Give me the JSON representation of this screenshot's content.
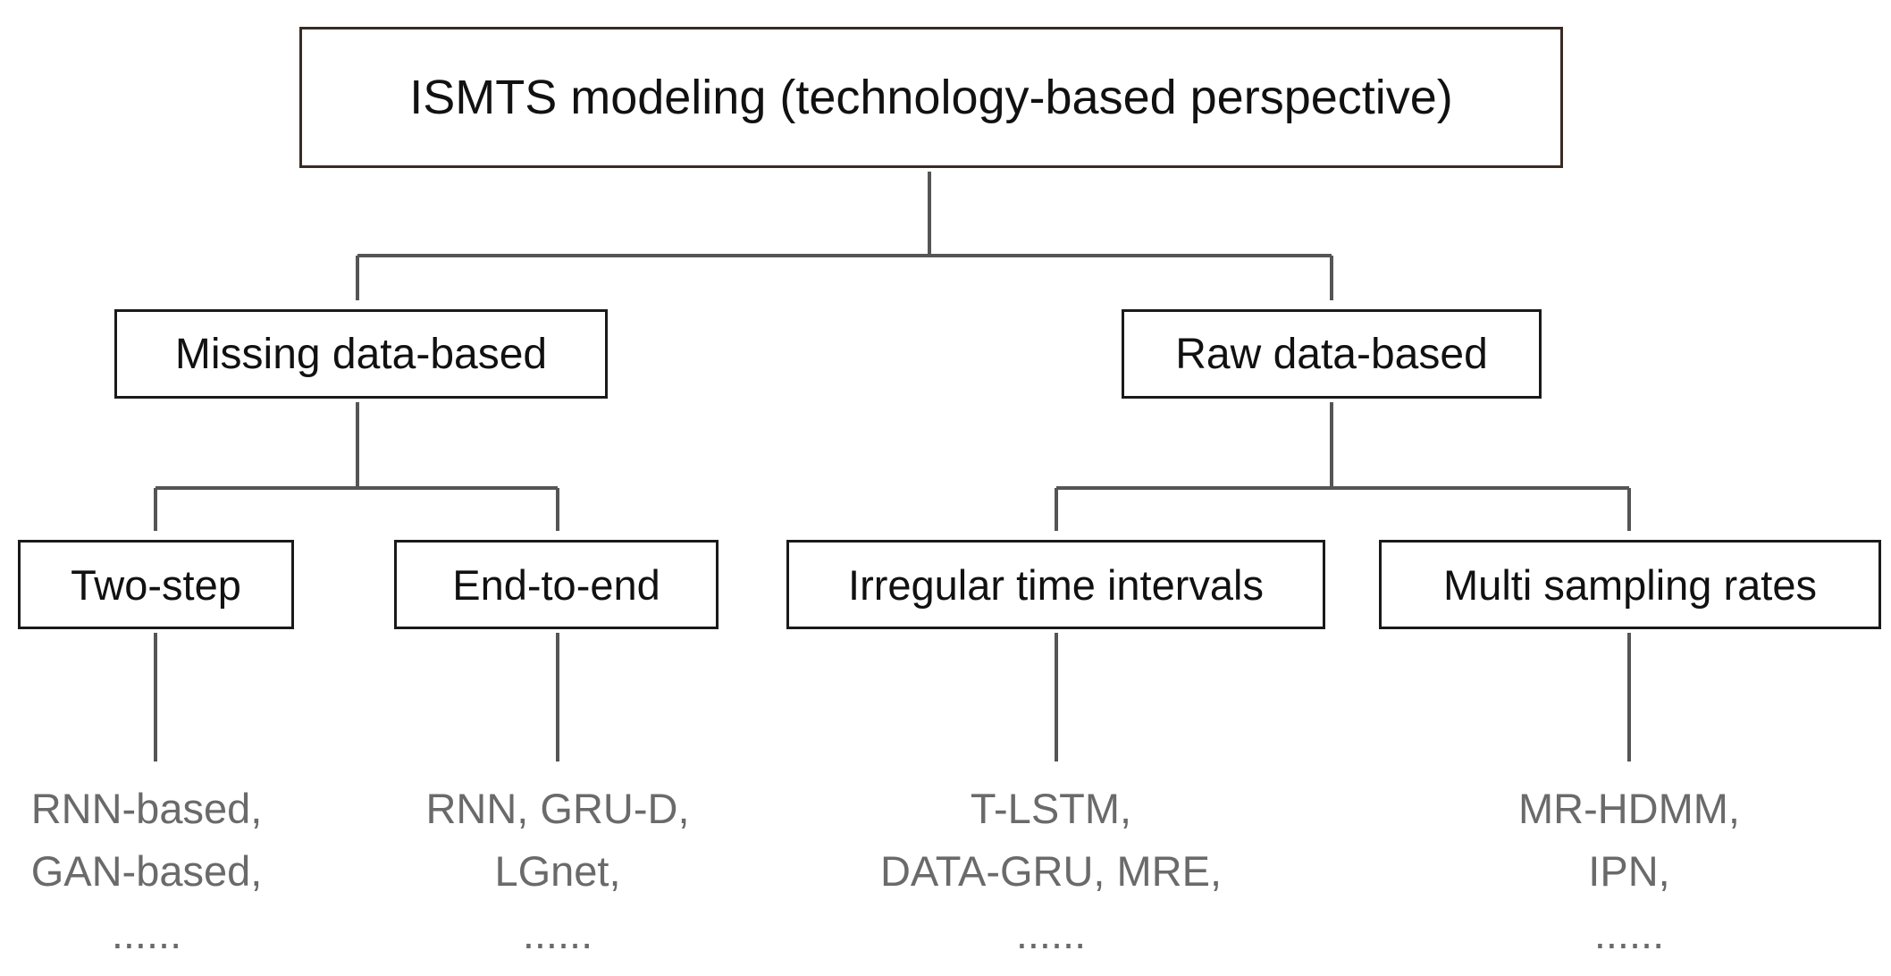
{
  "root": {
    "label": "ISMTS modeling (technology-based perspective)"
  },
  "branches": [
    {
      "label": "Missing data-based",
      "children": [
        {
          "label": "Two-step",
          "methods": [
            "RNN-based,",
            "GAN-based,",
            "......"
          ]
        },
        {
          "label": "End-to-end",
          "methods": [
            "RNN, GRU-D,",
            "LGnet,",
            "......"
          ]
        }
      ]
    },
    {
      "label": "Raw data-based",
      "children": [
        {
          "label": "Irregular time intervals",
          "methods": [
            "T-LSTM,",
            "DATA-GRU, MRE,",
            "......"
          ]
        },
        {
          "label": "Multi sampling rates",
          "methods": [
            "MR-HDMM,",
            "IPN,",
            "......"
          ]
        }
      ]
    }
  ],
  "colors": {
    "connector": "#555555",
    "method_text": "#6a6a6a",
    "box_border": "#1a1a1a"
  }
}
